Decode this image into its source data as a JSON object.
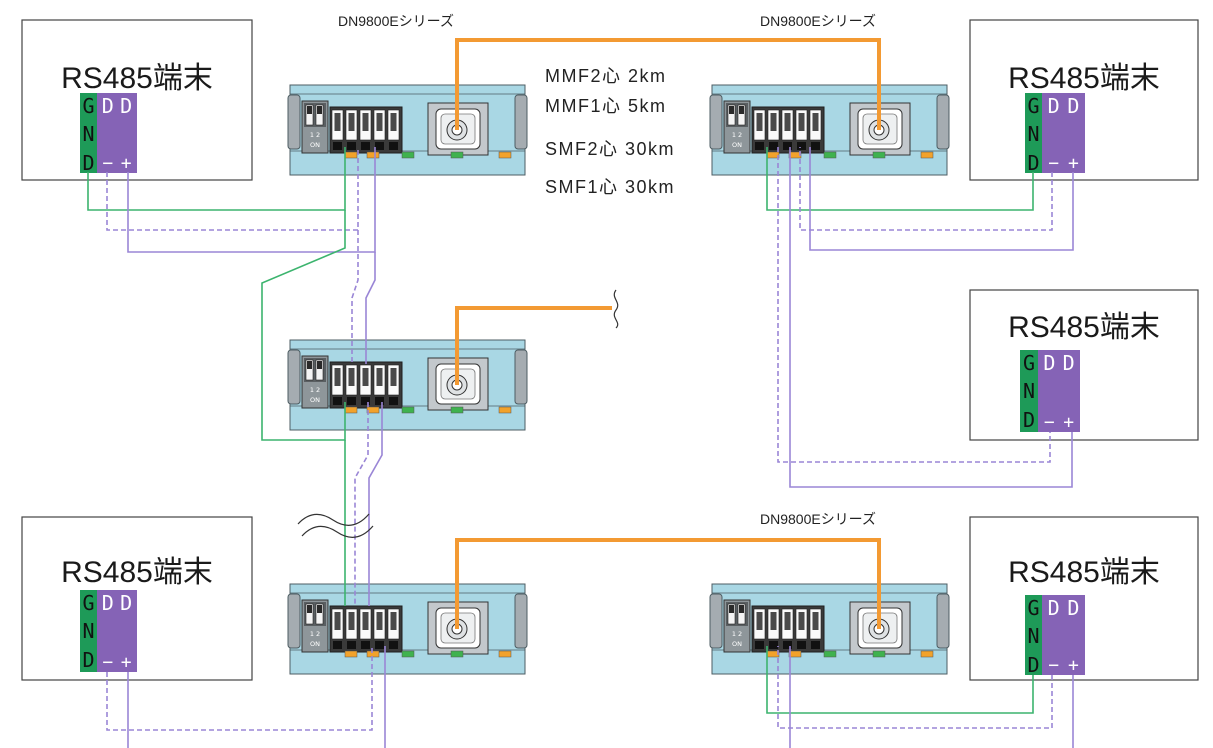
{
  "diagram": {
    "series_labels": [
      "DN9800Eシリーズ",
      "DN9800Eシリーズ",
      "DN9800Eシリーズ"
    ],
    "fiber_specs": [
      "MMF2心 2km",
      "MMF1心 5km",
      "SMF2心 30km",
      "SMF1心 30km"
    ],
    "terminals": [
      {
        "title": "RS485端末",
        "gnd_pins": [
          "G",
          "N",
          "D"
        ],
        "data_pins": [
          "D",
          "D"
        ],
        "polarity": [
          "−",
          "+"
        ]
      },
      {
        "title": "RS485端末",
        "gnd_pins": [
          "G",
          "N",
          "D"
        ],
        "data_pins": [
          "D",
          "D"
        ],
        "polarity": [
          "−",
          "+"
        ]
      },
      {
        "title": "RS485端末",
        "gnd_pins": [
          "G",
          "N",
          "D"
        ],
        "data_pins": [
          "D",
          "D"
        ],
        "polarity": [
          "−",
          "+"
        ]
      },
      {
        "title": "RS485端末",
        "gnd_pins": [
          "G",
          "N",
          "D"
        ],
        "data_pins": [
          "D",
          "D"
        ],
        "polarity": [
          "−",
          "+"
        ]
      },
      {
        "title": "RS485端末",
        "gnd_pins": [
          "G",
          "N",
          "D"
        ],
        "data_pins": [
          "D",
          "D"
        ],
        "polarity": [
          "−",
          "+"
        ]
      }
    ],
    "devices": [
      {
        "dip_numbers": "1 2",
        "dip_on": "ON"
      },
      {
        "dip_numbers": "1 2",
        "dip_on": "ON"
      },
      {
        "dip_numbers": "1 2",
        "dip_on": "ON"
      },
      {
        "dip_numbers": "1 2",
        "dip_on": "ON"
      },
      {
        "dip_numbers": "1 2",
        "dip_on": "ON"
      }
    ]
  },
  "colors": {
    "fiber": "#f39a33",
    "gnd_wire": "#3cb46e",
    "data_wire": "#9a86d6",
    "gnd_pin_block": "#1e9a58",
    "data_pin_block": "#8563b6",
    "device_body": "#a9d7e4",
    "device_ear": "#a5acb1",
    "box_border": "#444444",
    "led_orange": "#f2a22b",
    "led_green": "#3fb24f"
  }
}
